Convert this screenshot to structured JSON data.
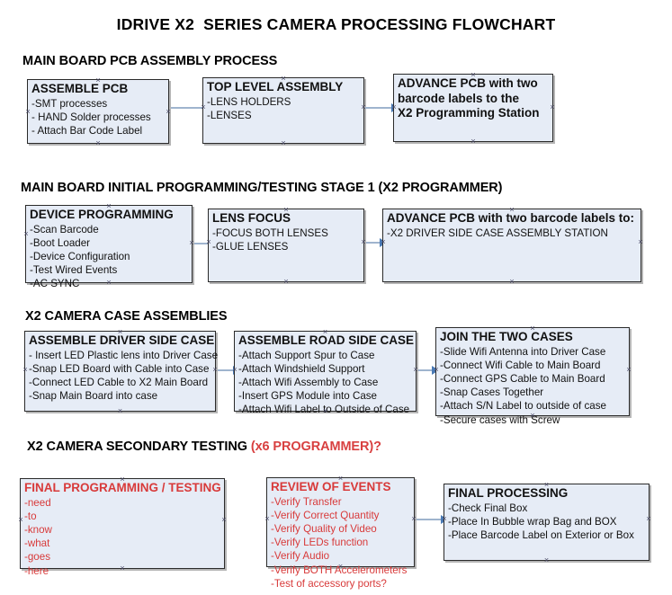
{
  "document": {
    "title": "IDRIVE X2  SERIES CAMERA PROCESSING FLOWCHART"
  },
  "sections": [
    {
      "id": "main-board-pcb-assembly-process",
      "heading": "MAIN BOARD PCB ASSEMBLY PROCESS",
      "heading_accent": "",
      "boxes": [
        {
          "id": "assemble-pcb",
          "title": "ASSEMBLE PCB",
          "lines": [
            "-SMT processes",
            "- HAND Solder processes",
            "- Attach Bar Code Label"
          ],
          "color": "black"
        },
        {
          "id": "top-level-assembly",
          "title": "TOP LEVEL ASSEMBLY",
          "lines": [
            "-LENS HOLDERS",
            "-LENSES"
          ],
          "color": "black"
        },
        {
          "id": "advance-pcb-programming-station",
          "title": "ADVANCE PCB with two",
          "title_lines": [
            "ADVANCE PCB with two",
            "barcode labels to the",
            " X2 Programming Station"
          ],
          "lines": [],
          "color": "black"
        }
      ]
    },
    {
      "id": "main-board-initial-programming",
      "heading": "MAIN BOARD INITIAL PROGRAMMING/TESTING STAGE 1 (X2 PROGRAMMER)",
      "heading_accent": "",
      "boxes": [
        {
          "id": "device-programming",
          "title": "DEVICE PROGRAMMING",
          "lines": [
            "-Scan Barcode",
            "-Boot Loader",
            "-Device Configuration",
            "-Test Wired Events",
            "-AC SYNC"
          ],
          "color": "black"
        },
        {
          "id": "lens-focus",
          "title": "LENS FOCUS",
          "lines": [
            "-FOCUS BOTH LENSES",
            "-GLUE LENSES"
          ],
          "color": "black"
        },
        {
          "id": "advance-pcb-driver-side-case",
          "title": "ADVANCE PCB with two barcode labels to:",
          "lines": [
            "-X2 DRIVER  SIDE  CASE  ASSEMBLY STATION"
          ],
          "color": "black"
        }
      ]
    },
    {
      "id": "x2-camera-case-assemblies",
      "heading": "X2 CAMERA CASE ASSEMBLIES",
      "heading_accent": "",
      "boxes": [
        {
          "id": "assemble-driver-side-case",
          "title": "ASSEMBLE DRIVER SIDE CASE",
          "lines": [
            "- Insert LED Plastic lens into Driver Case",
            "-Snap LED Board with Cable into Case",
            "-Connect LED Cable to X2 Main Board",
            "-Snap Main Board into case"
          ],
          "color": "black"
        },
        {
          "id": "assemble-road-side-case",
          "title": "ASSEMBLE ROAD SIDE CASE",
          "lines": [
            "-Attach Support Spur to Case",
            "-Attach Windshield Support",
            "-Attach Wifi Assembly to Case",
            "-Insert GPS Module into Case",
            "-Attach Wifi Label to Outside of Case"
          ],
          "color": "black"
        },
        {
          "id": "join-the-two-cases",
          "title": "JOIN THE TWO CASES",
          "lines": [
            "-Slide Wifi Antenna into Driver Case",
            "-Connect Wifi Cable to Main Board",
            "-Connect GPS Cable to Main Board",
            "-Snap Cases Together",
            "-Attach S/N Label to outside of case",
            "-Secure cases with Screw"
          ],
          "color": "black"
        }
      ]
    },
    {
      "id": "x2-camera-secondary-testing",
      "heading": "X2 CAMERA SECONDARY TESTING ",
      "heading_accent": "(x6 PROGRAMMER)?",
      "boxes": [
        {
          "id": "final-programming-testing",
          "title": "FINAL PROGRAMMING / TESTING",
          "lines": [
            "-need",
            "-to",
            "-know",
            "-what",
            "-goes",
            "-here"
          ],
          "color": "red"
        },
        {
          "id": "review-of-events",
          "title": "REVIEW OF EVENTS",
          "lines": [
            "-Verify Transfer",
            "-Verify Correct Quantity",
            "-Verify Quality of Video",
            "-Verify LEDs function",
            "-Verify Audio",
            "-Verify BOTH Accelerometers",
            "-Test of accessory ports?"
          ],
          "color": "red"
        },
        {
          "id": "final-processing",
          "title": "FINAL PROCESSING",
          "lines": [
            " -Check Final Box",
            "-Place In Bubble wrap Bag and BOX",
            "-Place Barcode Label on Exterior or Box"
          ],
          "color": "black"
        }
      ]
    }
  ],
  "colors": {
    "box_fill": "#e6ecf6",
    "box_border": "#2a2a2a",
    "accent_red": "#d83a3a",
    "connector_line": "#9fb4ce",
    "connector_head": "#4a7ab5"
  },
  "connectors": [
    {
      "id": "conn-assemble-pcb-to-top-level",
      "from": "assemble-pcb",
      "to": "top-level-assembly"
    },
    {
      "id": "conn-device-programming-to-lens-focus",
      "from": "device-programming",
      "to": "lens-focus"
    },
    {
      "id": "conn-lens-focus-to-advance-pcb",
      "from": "lens-focus",
      "to": "advance-pcb-driver-side-case"
    },
    {
      "id": "conn-driver-case-to-road-case",
      "from": "assemble-driver-side-case",
      "to": "assemble-road-side-case"
    },
    {
      "id": "conn-road-case-to-join-cases",
      "from": "assemble-road-side-case",
      "to": "join-the-two-cases"
    },
    {
      "id": "conn-review-to-final-processing",
      "from": "review-of-events",
      "to": "final-processing"
    }
  ]
}
